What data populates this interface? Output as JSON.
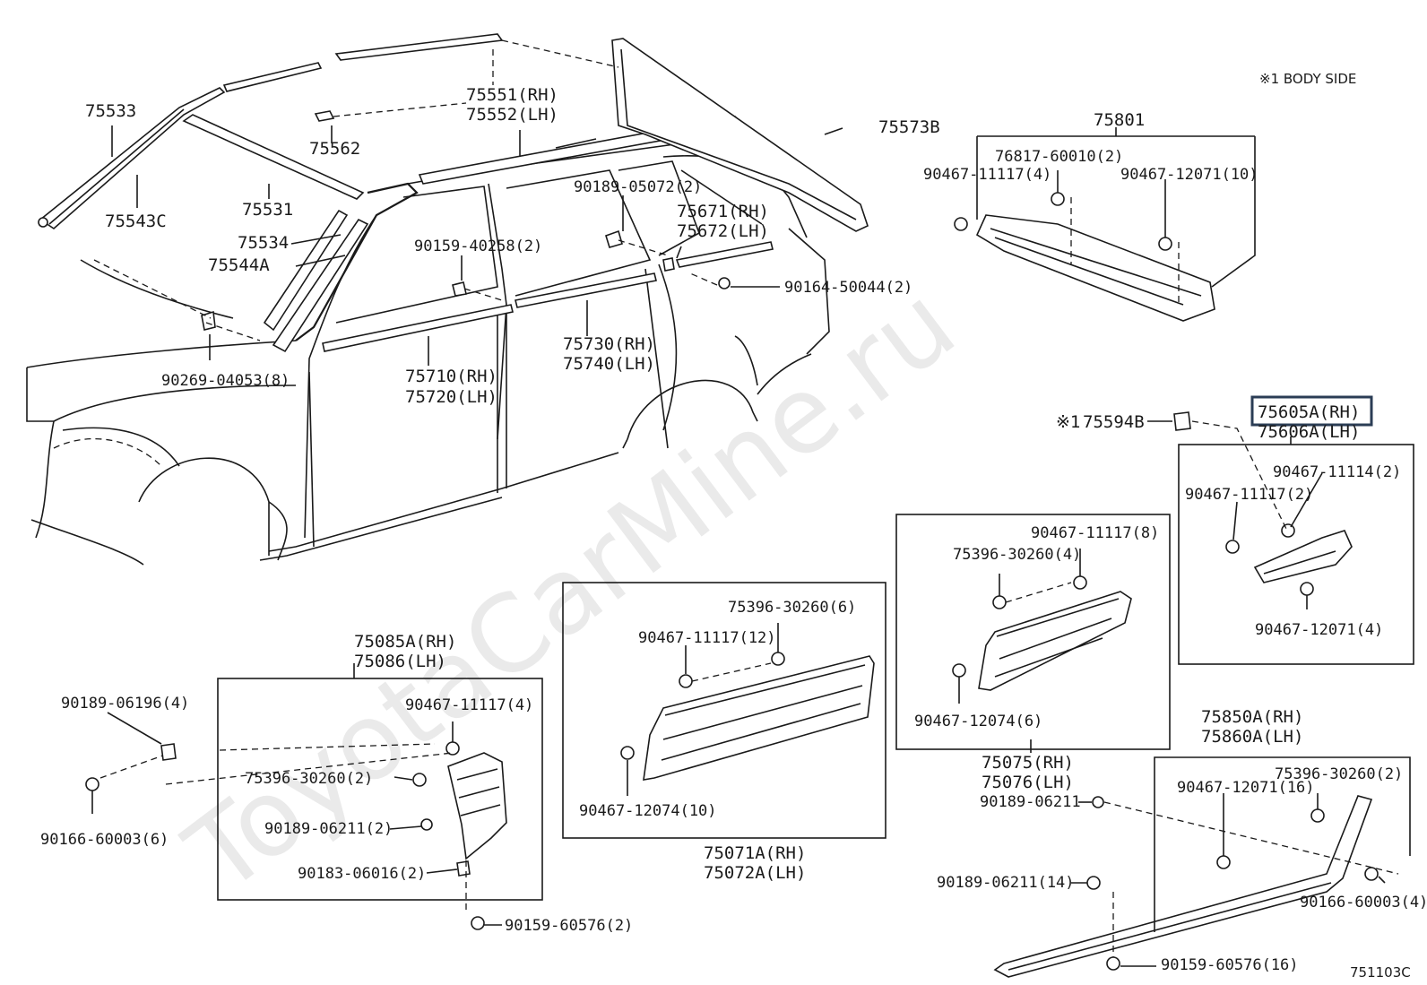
{
  "watermark": "ToyotaCarMine.ru",
  "note_body_side": "※1 BODY SIDE",
  "diagram_code": "751103C",
  "highlight_color": "#2b3d55",
  "labels": {
    "p75533": "75533",
    "p75543c": "75543C",
    "p75531": "75531",
    "p75534": "75534",
    "p75544a": "75544A",
    "p75562": "75562",
    "p75551": "75551(RH)",
    "p75552": "75552(LH)",
    "p75573b": "75573B",
    "p90189_05072": "90189-05072(2)",
    "p90159_40258": "90159-40258(2)",
    "p75671": "75671(RH)",
    "p75672": "75672(LH)",
    "p90164_50044": "90164-50044(2)",
    "p90269_04053": "90269-04053(8)",
    "p75710": "75710(RH)",
    "p75720": "75720(LH)",
    "p75730": "75730(RH)",
    "p75740": "75740(LH)",
    "p75801": "75801",
    "p76817": "76817-60010(2)",
    "p90467_11117_4a": "90467-11117(4)",
    "p90467_12071_10": "90467-12071(10)",
    "p75594b_mark": "※1",
    "p75594b": "75594B",
    "p75605a": "75605A(RH)",
    "p75606a": "75606A(LH)",
    "p90467_11114": "90467-11114(2)",
    "p90467_11117_2": "90467-11117(2)",
    "p90467_12071_4": "90467-12071(4)",
    "p90467_11117_8": "90467-11117(8)",
    "p75396_4": "75396-30260(4)",
    "p90467_12074_6": "90467-12074(6)",
    "p75075": "75075(RH)",
    "p75076": "75076(LH)",
    "p75396_6": "75396-30260(6)",
    "p90467_11117_12": "90467-11117(12)",
    "p90467_12074_10": "90467-12074(10)",
    "p75071a": "75071A(RH)",
    "p75072a": "75072A(LH)",
    "p75085a": "75085A(RH)",
    "p75086": "75086(LH)",
    "p90189_06196": "90189-06196(4)",
    "p90166_60003_6": "90166-60003(6)",
    "p90467_11117_4b": "90467-11117(4)",
    "p75396_2a": "75396-30260(2)",
    "p90189_06211_2": "90189-06211(2)",
    "p90183_06016": "90183-06016(2)",
    "p90159_60576_2": "90159-60576(2)",
    "p75850a": "75850A(RH)",
    "p75860a": "75860A(LH)",
    "p90467_12071_16": "90467-12071(16)",
    "p75396_2b": "75396-30260(2)",
    "p90189_06211": "90189-06211",
    "p90189_06211_14": "90189-06211(14)",
    "p90166_60003_4": "90166-60003(4)",
    "p90159_60576_16": "90159-60576(16)"
  }
}
